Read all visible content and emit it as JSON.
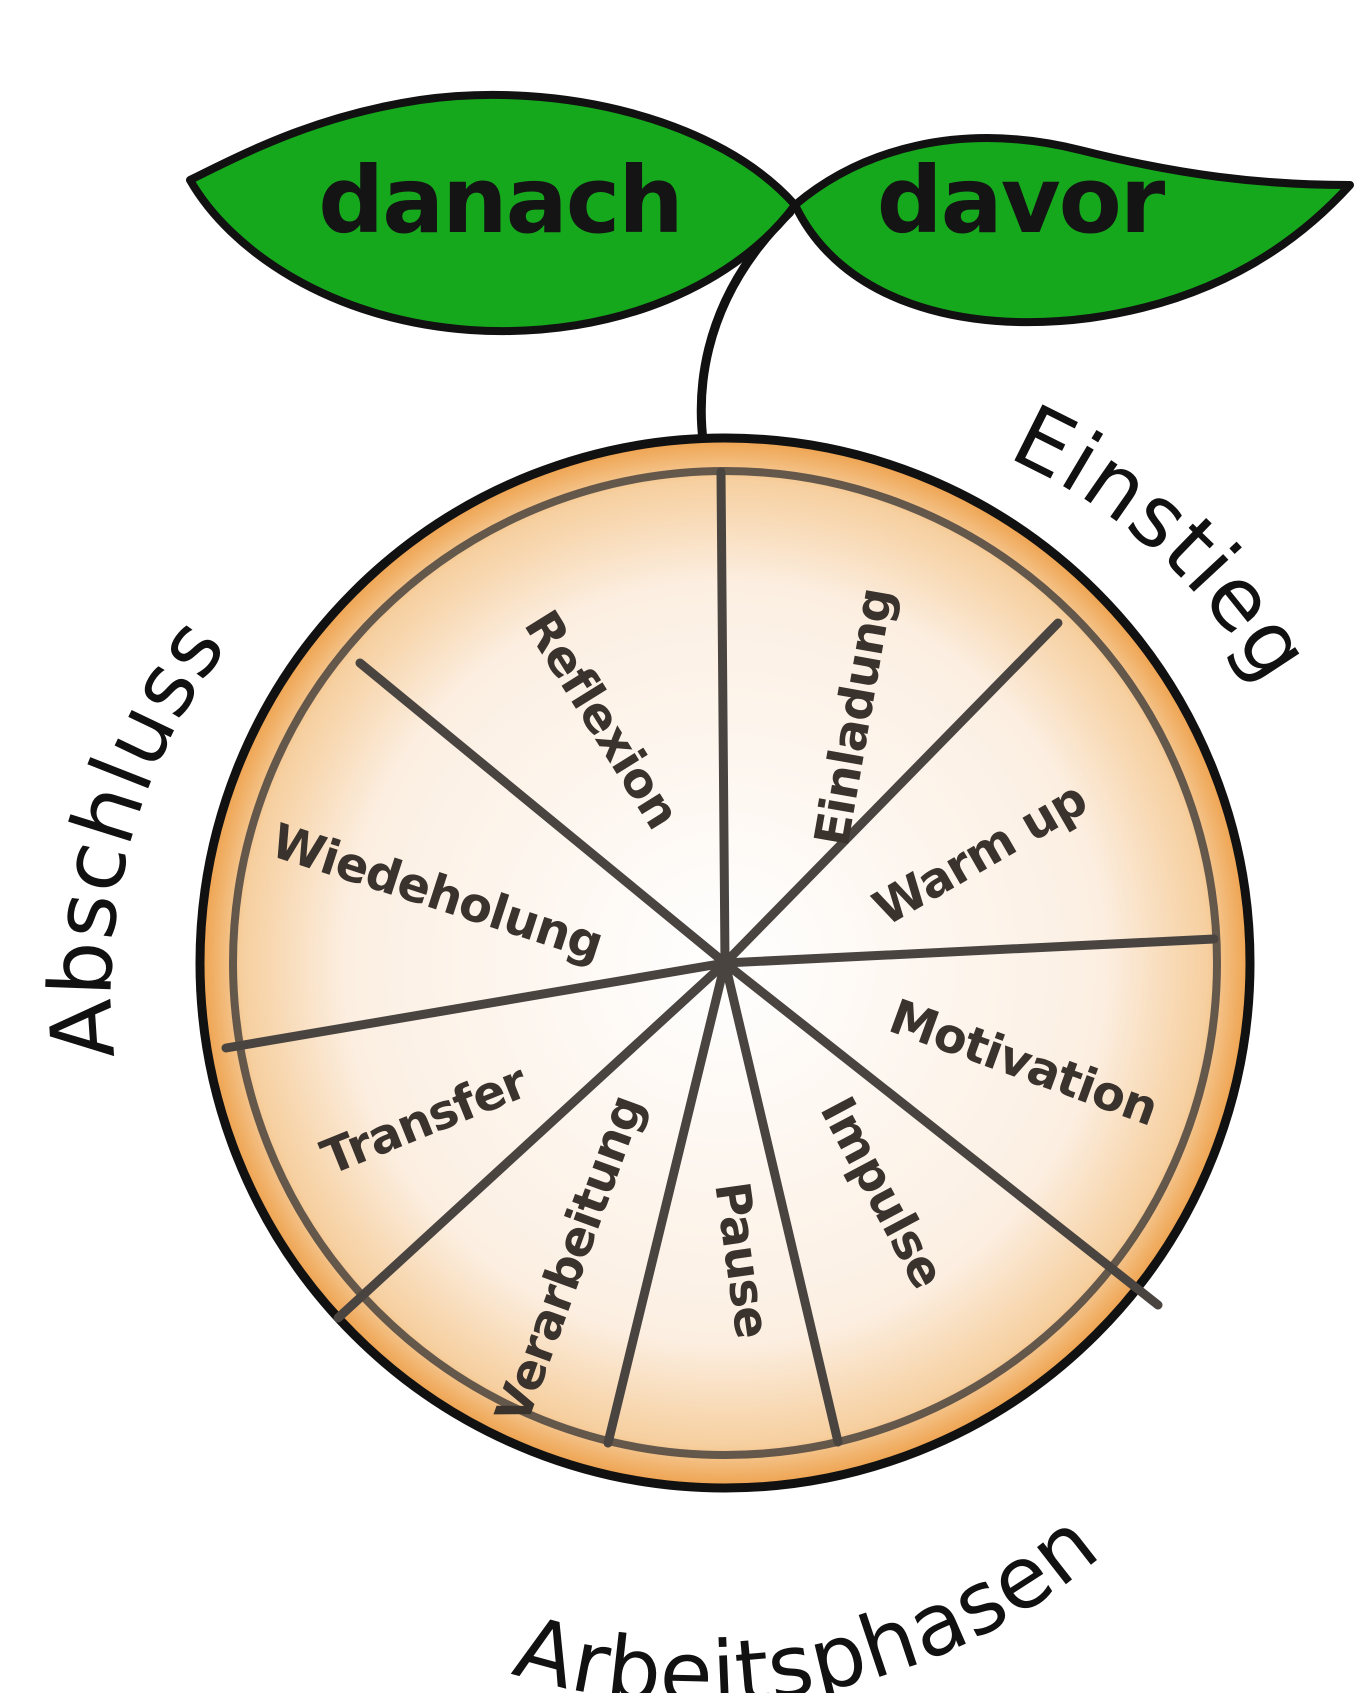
{
  "leaves": {
    "left": "danach",
    "right": "davor"
  },
  "phases": {
    "einstieg": "Einstieg",
    "abschluss": "Abschluss",
    "arbeitsphasen": "Arbeitsphasen"
  },
  "segments": [
    "Einladung",
    "Warm up",
    "Motivation",
    "Impulse",
    "Pause",
    "Verarbeitung",
    "Transfer",
    "Wiedeholung",
    "Reflexion"
  ],
  "colors": {
    "leaf": "#16a81c",
    "outline": "#111111",
    "segment_line": "#4a4440",
    "glow": "#f2a54a",
    "fill": "#fbf2ea"
  }
}
